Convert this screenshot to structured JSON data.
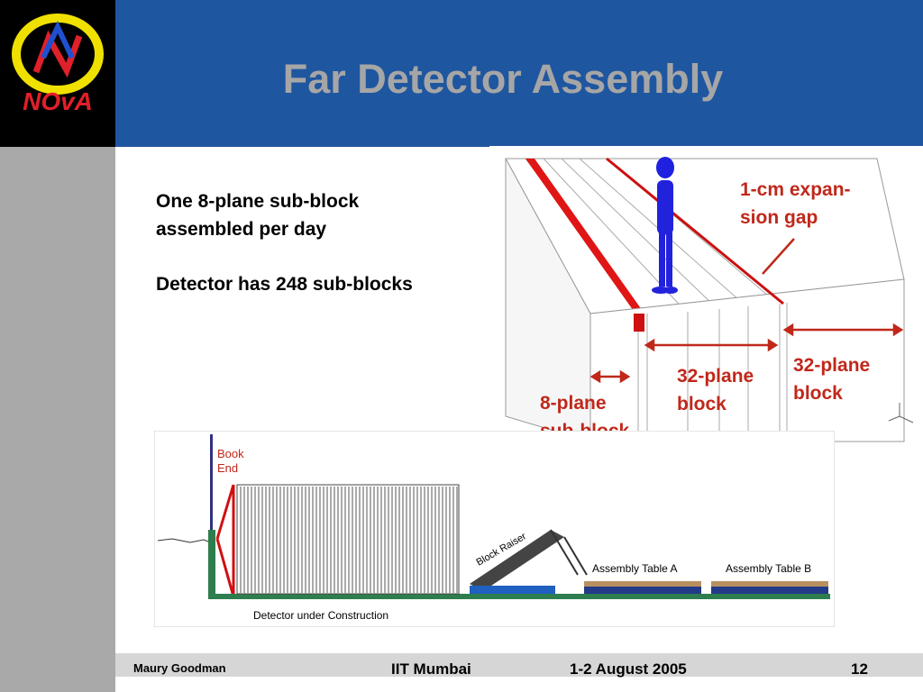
{
  "slide": {
    "title": "Far Detector Assembly",
    "bullets": [
      "One 8-plane sub-block assembled per day",
      "Detector has 248 sub-blocks"
    ]
  },
  "logo": {
    "text": "NOvA"
  },
  "detector_figure": {
    "label_gap": "1-cm expan-sion gap",
    "label_gap_line1": "1-cm expan-",
    "label_gap_line2": "sion gap",
    "label_32plane_right_1": "32-plane",
    "label_32plane_right_2": "block",
    "label_32plane_mid_1": "32-plane",
    "label_32plane_mid_2": "block",
    "label_8plane_1": "8-plane",
    "label_8plane_2": "sub-block"
  },
  "construction_figure": {
    "book_end_1": "Book",
    "book_end_2": "End",
    "block_raiser": "Block Raiser",
    "table_a": "Assembly Table A",
    "table_b": "Assembly Table B",
    "caption": "Detector under Construction"
  },
  "footer": {
    "author": "Maury Goodman",
    "venue": "IIT Mumbai",
    "date": "1-2 August 2005",
    "page": "12"
  },
  "colors": {
    "header_bg": "#1f56a0",
    "sidebar": "#a9a9a9",
    "title_text": "#a6a6a6",
    "label_red": "#c0281a"
  }
}
